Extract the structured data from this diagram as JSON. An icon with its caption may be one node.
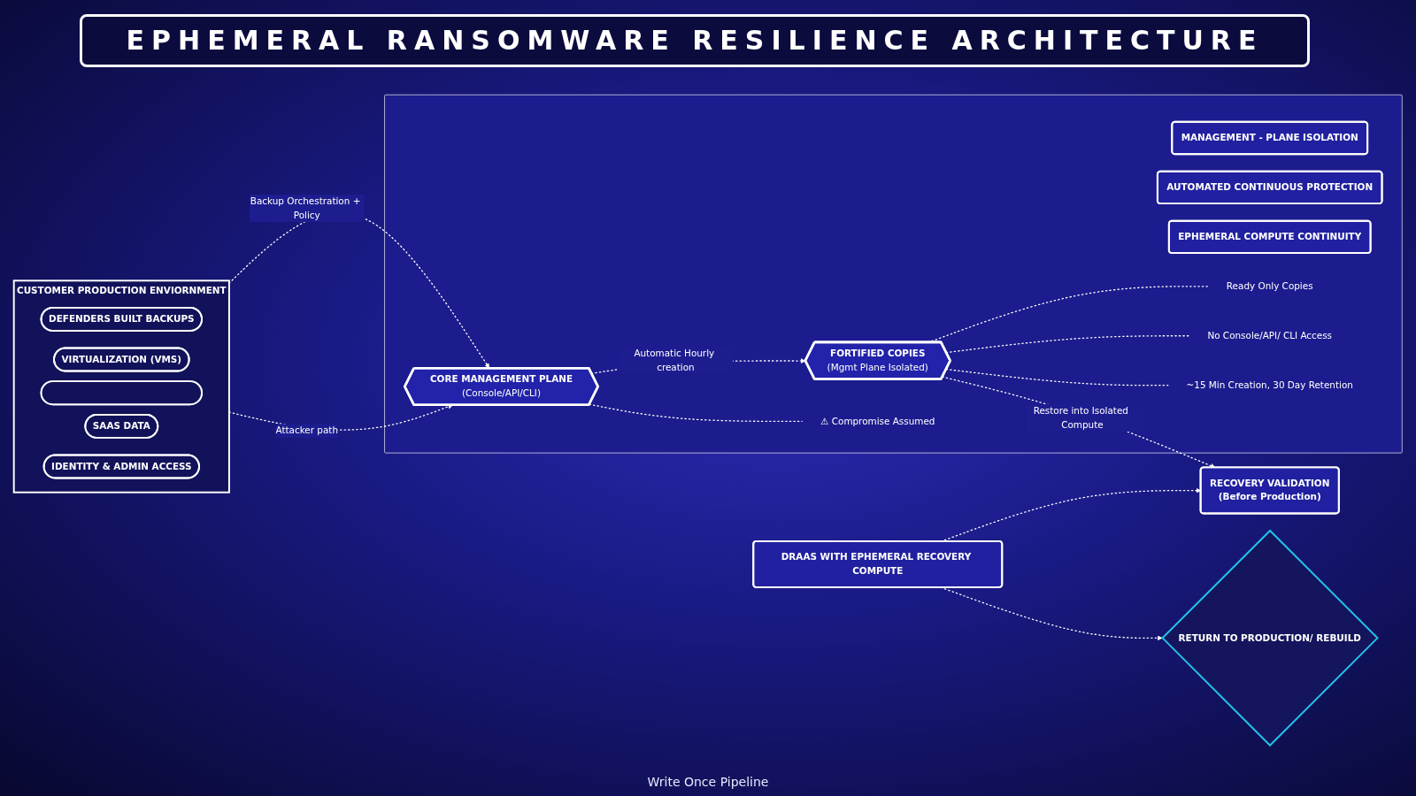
{
  "diagram": {
    "title": "EPHEMERAL RANSOMWARE RESILIENCE ARCHITECTURE",
    "nodes": [
      {
        "text": [
          "CUSTOMER PRODUCTION ENVIORNMENT"
        ]
      },
      {
        "text": [
          "DEFENDERS BUILT BACKUPS"
        ],
        "in": 0
      },
      {
        "text": [
          "VIRTUALIZATION (VMS)"
        ],
        "in": 0
      },
      {
        "text": [],
        "shape": "pill",
        "in": 0
      },
      {
        "text": [
          "SAAS DATA"
        ],
        "in": 0
      },
      {
        "text": [
          "IDENTITY & ADMIN ACCESS"
        ],
        "in": 0
      },
      {
        "text": [],
        "shape": "box"
      },
      {
        "text": [
          "MANAGEMENT - PLANE ISOLATION"
        ],
        "in": 6
      },
      {
        "text": [
          "AUTOMATED CONTINUOUS PROTECTION"
        ],
        "in": 6
      },
      {
        "text": [
          "EPHEMERAL COMPUTE CONTINUITY"
        ],
        "in": 6
      },
      {
        "text": [
          "CORE MANAGEMENT PLANE",
          "(Console/API/CLI)"
        ],
        "in": 6
      },
      {
        "text": [
          "FORTIFIED COPIES",
          "(Mgmt Plane Isolated)"
        ],
        "in": 6
      },
      {
        "text": [
          "⚠ Compromise Assumed"
        ],
        "in": 6
      },
      {
        "text": [
          "Ready Only Copies"
        ],
        "in": 6
      },
      {
        "text": [
          "No Console/API/ CLI Access"
        ],
        "in": 6
      },
      {
        "text": [
          "~15 Min Creation, 30 Day Retention"
        ],
        "in": 6
      },
      {
        "text": [
          "RECOVERY VALIDATION",
          "(Before Production)"
        ]
      },
      {
        "text": [
          "DRAAS WITH EPHEMERAL RECOVERY COMPUTE"
        ]
      },
      {
        "text": [
          "RETURN TO PRODUCTION/ REBUILD"
        ]
      }
    ],
    "edges": [
      {
        "from": 0,
        "to": 10,
        "arrow": "to",
        "label": "Backup Orchestration + Policy",
        "style": "dashed"
      },
      {
        "from": 0,
        "to": 10,
        "arrow": "to",
        "label": "Attacker path",
        "style": "dashed"
      },
      {
        "from": 10,
        "to": 11,
        "arrow": "to",
        "label": "Automatic Hourly creation",
        "style": "dashed"
      },
      {
        "from": 10,
        "to": 12,
        "arrow": "none",
        "style": "dashed"
      },
      {
        "from": 11,
        "to": 13,
        "arrow": "none",
        "style": "dashed"
      },
      {
        "from": 11,
        "to": 14,
        "arrow": "none",
        "style": "dashed"
      },
      {
        "from": 11,
        "to": 15,
        "arrow": "none",
        "style": "dashed"
      },
      {
        "from": 11,
        "to": 16,
        "arrow": "to",
        "label": "Restore into Isolated Compute",
        "style": "dashed"
      },
      {
        "from": 17,
        "to": 16,
        "arrow": "to",
        "style": "dashed"
      },
      {
        "from": 17,
        "to": 18,
        "arrow": "to",
        "style": "dashed"
      }
    ],
    "labels": [
      "Write Once Pipeline"
    ]
  }
}
